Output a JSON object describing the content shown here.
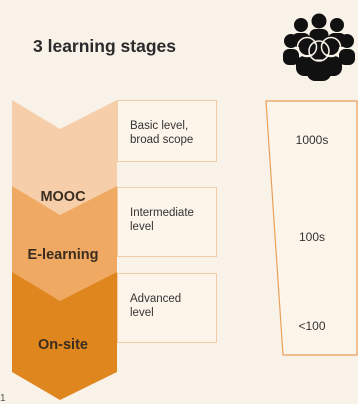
{
  "title": "3 learning stages",
  "icon": "people-group-icon",
  "stages": [
    {
      "label": "MOOC",
      "description_line1": "Basic level,",
      "description_line2": "broad scope",
      "count": "1000s",
      "color": "#f6cfaa"
    },
    {
      "label": "E-learning",
      "description_line1": "Intermediate",
      "description_line2": "level",
      "count": "100s",
      "color": "#efa962"
    },
    {
      "label": "On-site",
      "description_line1": "Advanced",
      "description_line2": "level",
      "count": "<100",
      "color": "#e0861f"
    }
  ],
  "funnel_border_color": "#e9a05a",
  "desc_border_color": "#f0cda6",
  "corner_mark": "1"
}
